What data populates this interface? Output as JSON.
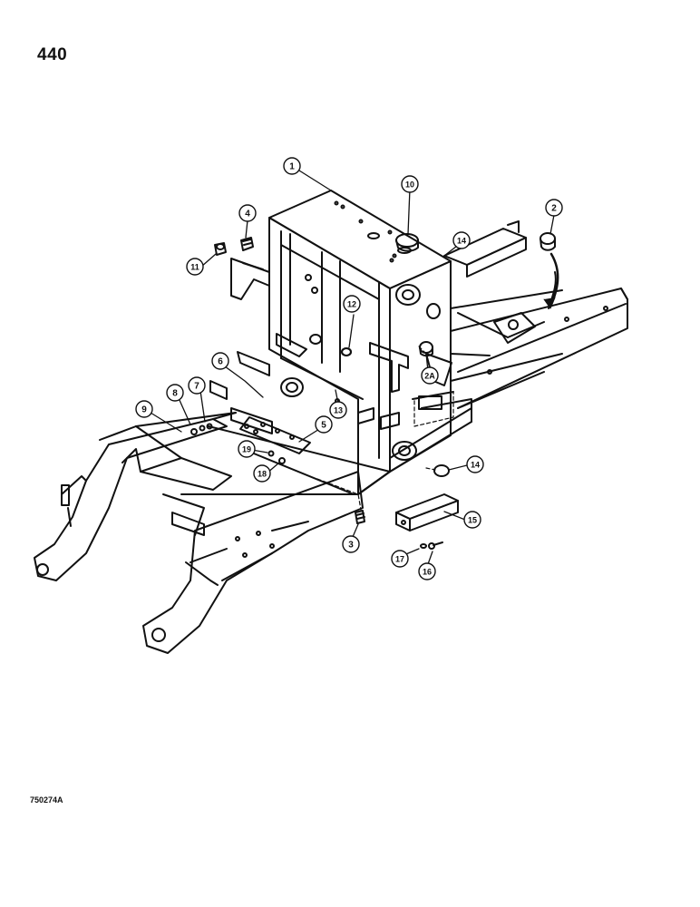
{
  "page_number": "440",
  "drawing_code": "750274A",
  "callouts": [
    {
      "id": "c1",
      "label": "1"
    },
    {
      "id": "c2",
      "label": "2"
    },
    {
      "id": "c2a",
      "label": "2A"
    },
    {
      "id": "c3",
      "label": "3"
    },
    {
      "id": "c4",
      "label": "4"
    },
    {
      "id": "c5",
      "label": "5"
    },
    {
      "id": "c6",
      "label": "6"
    },
    {
      "id": "c7",
      "label": "7"
    },
    {
      "id": "c8",
      "label": "8"
    },
    {
      "id": "c9",
      "label": "9"
    },
    {
      "id": "c10",
      "label": "10"
    },
    {
      "id": "c11",
      "label": "11"
    },
    {
      "id": "c12",
      "label": "12"
    },
    {
      "id": "c13",
      "label": "13"
    },
    {
      "id": "c14a",
      "label": "14"
    },
    {
      "id": "c14b",
      "label": "14"
    },
    {
      "id": "c15",
      "label": "15"
    },
    {
      "id": "c16",
      "label": "16"
    },
    {
      "id": "c17",
      "label": "17"
    },
    {
      "id": "c18",
      "label": "18"
    },
    {
      "id": "c19",
      "label": "19"
    }
  ]
}
